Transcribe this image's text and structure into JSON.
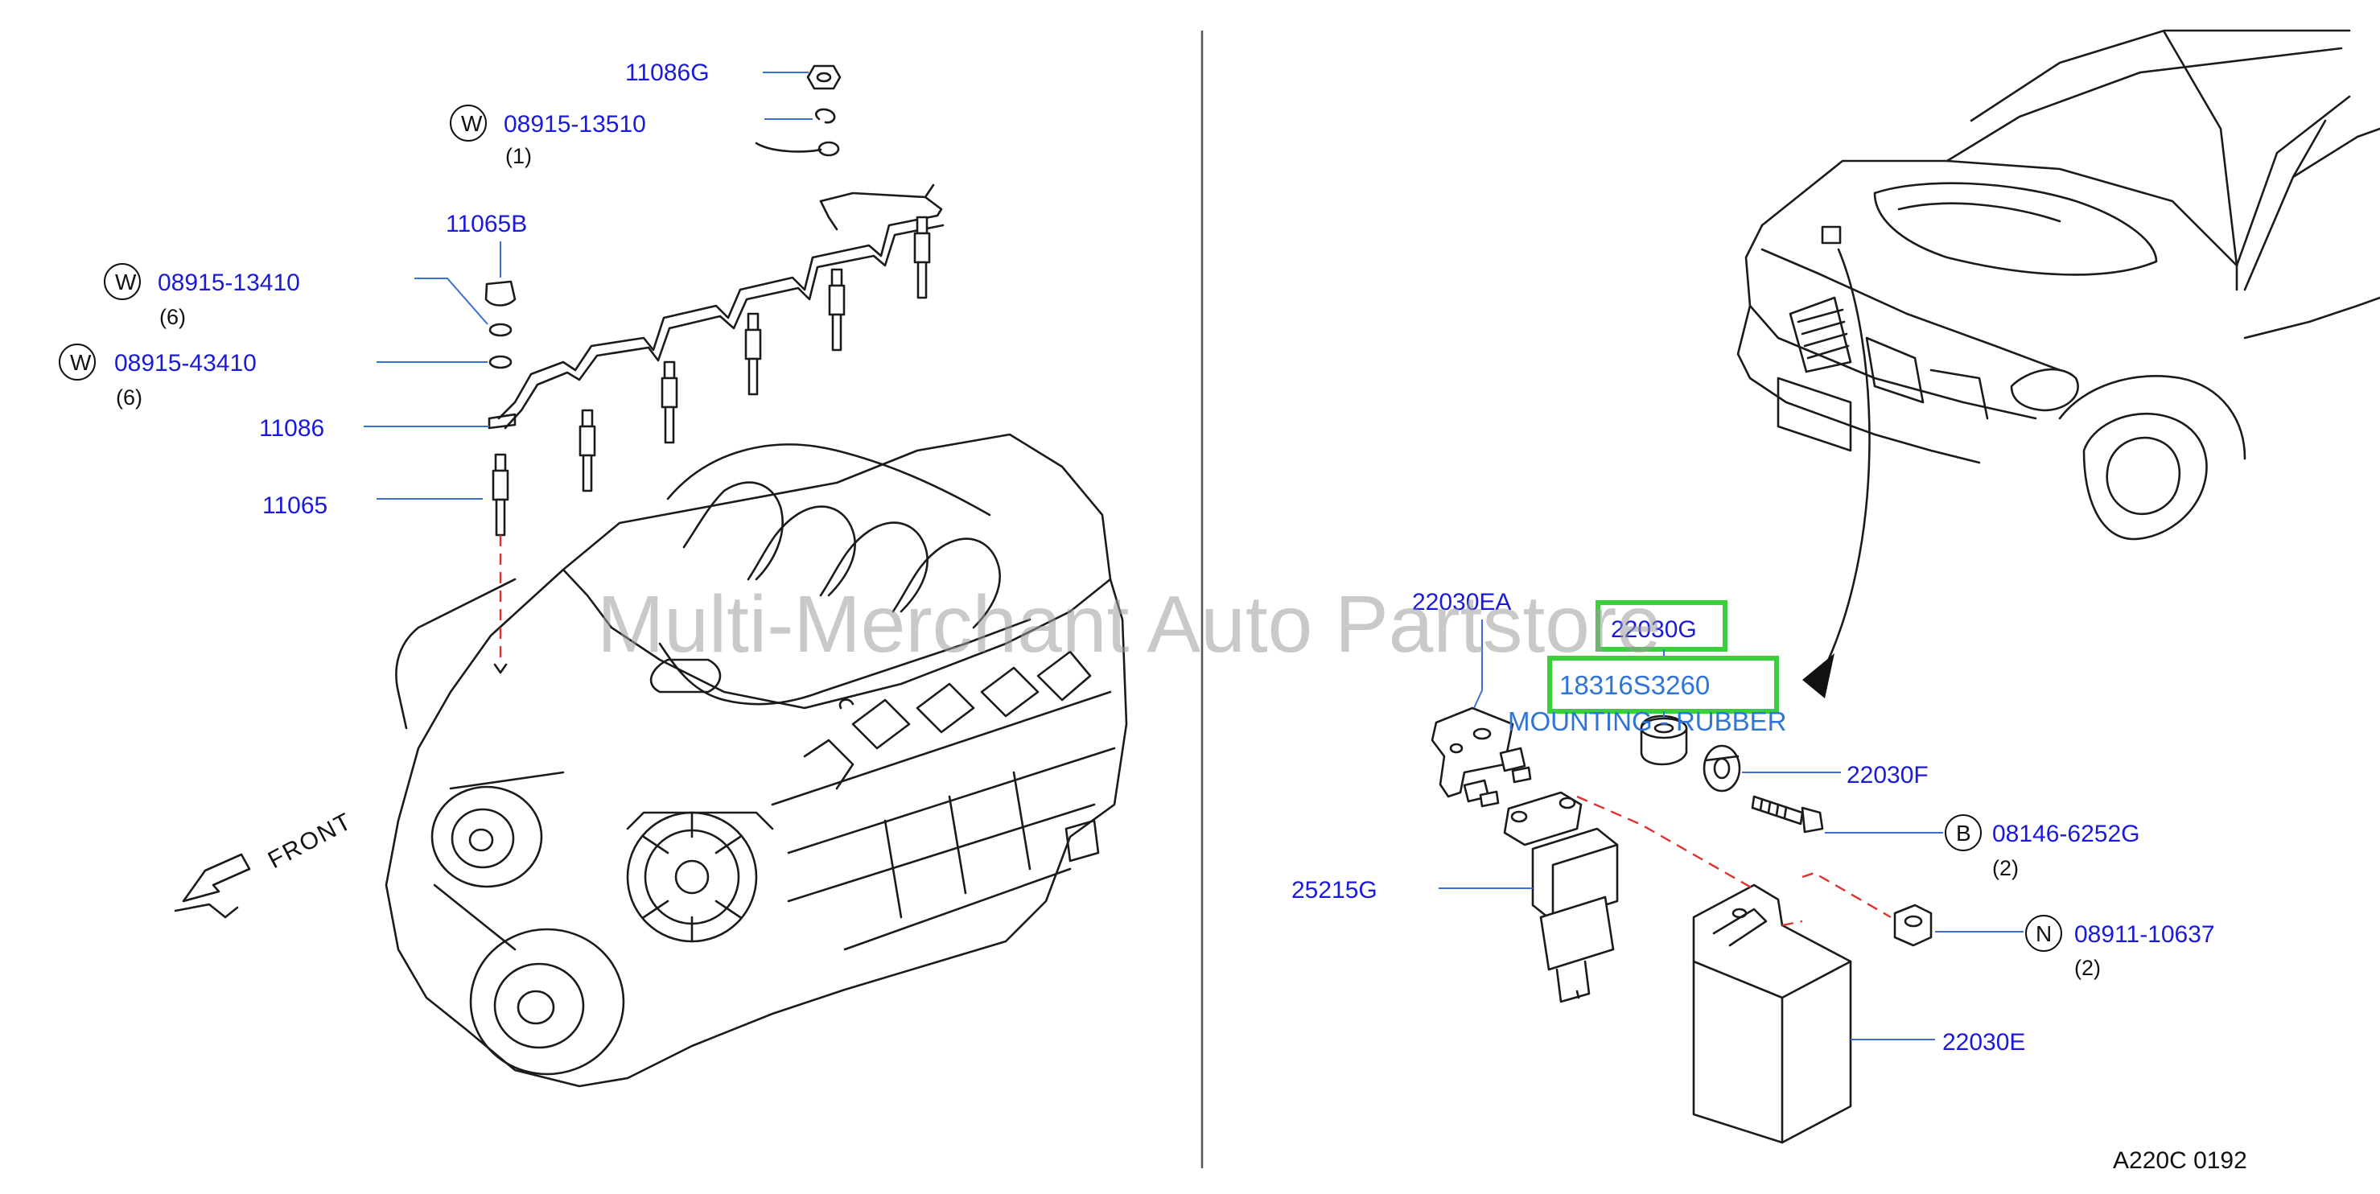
{
  "diagram_ref": "A220C 0192",
  "watermark": "Multi-Merchant Auto Partstore",
  "front_label": "FRONT",
  "left_parts": [
    {
      "part": "11086G"
    },
    {
      "symbol": "W",
      "part": "08915-13510",
      "qty": "(1)"
    },
    {
      "part": "11065B"
    },
    {
      "symbol": "W",
      "part": "08915-13410",
      "qty": "(6)"
    },
    {
      "symbol": "W",
      "part": "08915-43410",
      "qty": "(6)"
    },
    {
      "part": "11086"
    },
    {
      "part": "11065"
    }
  ],
  "right_parts": [
    {
      "part": "22030EA"
    },
    {
      "part": "22030G"
    },
    {
      "part": "18316S3260"
    },
    {
      "label": "MOUNTING - RUBBER"
    },
    {
      "part": "22030F"
    },
    {
      "symbol": "B",
      "part": "08146-6252G",
      "qty": "(2)"
    },
    {
      "part": "25215G"
    },
    {
      "symbol": "N",
      "part": "08911-10637",
      "qty": "(2)"
    },
    {
      "part": "22030E"
    }
  ],
  "colors": {
    "callout": "#1a1adb",
    "highlight": "#3ccf3c",
    "dashed_leader": "#e03030",
    "leader": "#3b6fd6"
  }
}
